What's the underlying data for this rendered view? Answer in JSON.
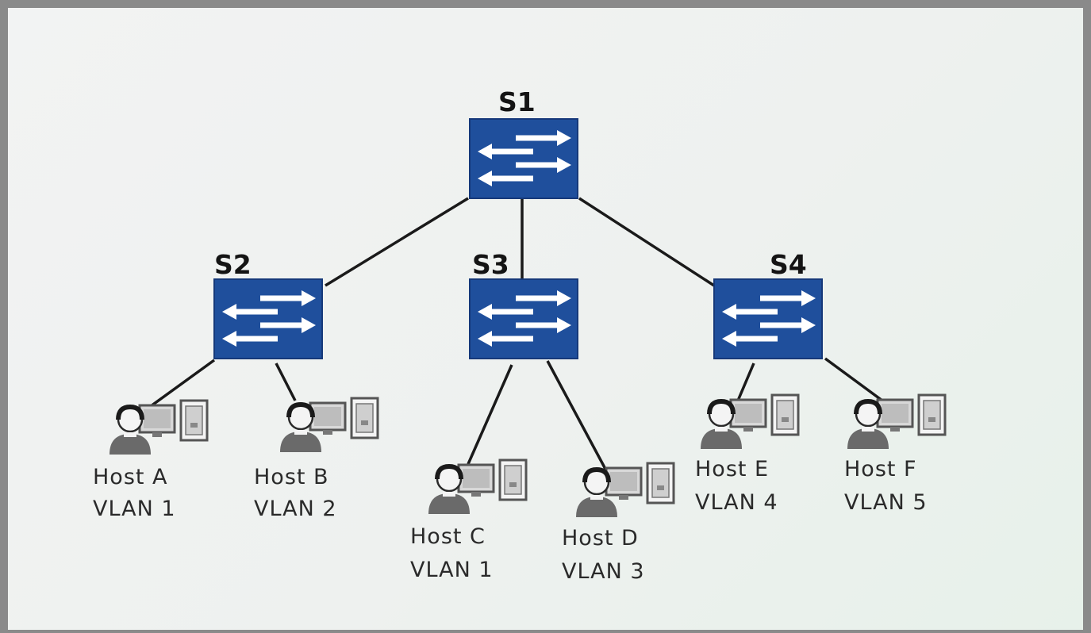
{
  "switches": {
    "s1": {
      "label": "S1"
    },
    "s2": {
      "label": "S2"
    },
    "s3": {
      "label": "S3"
    },
    "s4": {
      "label": "S4"
    }
  },
  "hosts": {
    "a": {
      "name": "Host A",
      "vlan": "VLAN 1"
    },
    "b": {
      "name": "Host B",
      "vlan": "VLAN 2"
    },
    "c": {
      "name": "Host C",
      "vlan": "VLAN 1"
    },
    "d": {
      "name": "Host D",
      "vlan": "VLAN 3"
    },
    "e": {
      "name": "Host E",
      "vlan": "VLAN 4"
    },
    "f": {
      "name": "Host F",
      "vlan": "VLAN 5"
    }
  },
  "colors": {
    "switch_fill": "#1f4f9c",
    "switch_edge": "#16397a",
    "link": "#1a1a1a"
  },
  "icons": {
    "switch": "network-switch-icon",
    "host": "workstation-user-icon"
  }
}
